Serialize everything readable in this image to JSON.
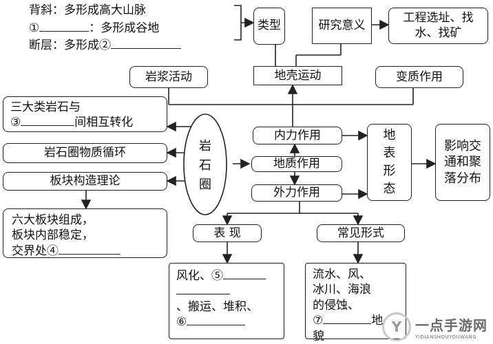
{
  "top_block": {
    "line1": "背斜：多形成高大山脉",
    "line2_prefix": "①",
    "line2_suffix": "：多形成谷地",
    "line3": "断层：多形成②"
  },
  "boxes": {
    "type": "类型",
    "significance": "研究意义",
    "engineering": "工程选址、找水、找矿",
    "magma": "岩浆活动",
    "crust": "地壳运动",
    "metamorphism": "变质作用",
    "three_rocks_line1": "三大类岩石与",
    "three_rocks_line2_prefix": "③",
    "three_rocks_line2_suffix": "间相互转化",
    "rock_cycle": "岩石圈物质循环",
    "plate_theory": "板块构造理论",
    "lithosphere": "岩石圈",
    "internal": "内力作用",
    "geological": "地质作用",
    "external": "外力作用",
    "landform": "地表形态",
    "influence": "影响交通和聚落分布",
    "six_plates_line1": "六大板块组成，",
    "six_plates_line2": "板块内部稳定，",
    "six_plates_line3": "交界处④",
    "manifestation": "表 现",
    "common_forms": "常见形式",
    "weathering_line1": "风化、⑤",
    "weathering_line3": "、搬运、堆积、",
    "weathering_line4": "⑥",
    "erosion_line1": "流水、风、",
    "erosion_line2": "冰川、海浪",
    "erosion_line3": "的侵蚀、",
    "erosion_line4_prefix": "⑦",
    "erosion_line4_suffix": "地",
    "erosion_line5": "貌"
  },
  "watermark": {
    "main": "一点手游网",
    "sub": "YIDIANSHOUYOUWANG",
    "logo": "Y"
  }
}
